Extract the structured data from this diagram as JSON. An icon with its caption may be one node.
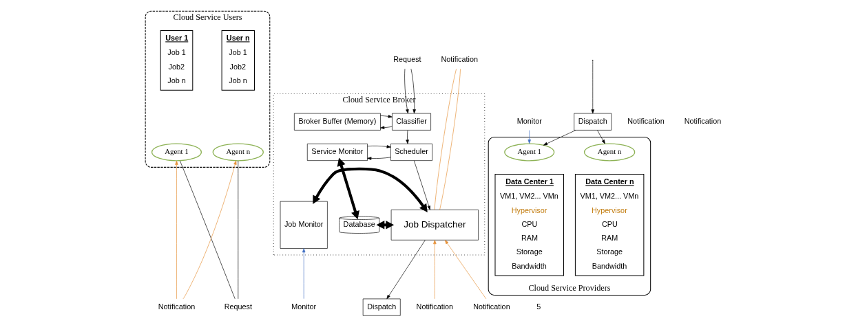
{
  "diagram": {
    "nodes": [
      {
        "text": [
          "Cloud Service Users"
        ]
      },
      {
        "text": [
          "User 1",
          "Job 1",
          "Job2",
          "Job n"
        ],
        "in": 0
      },
      {
        "text": [
          "Agent 1"
        ],
        "in": 0
      },
      {
        "text": [
          "User n",
          "Job 1",
          "Job2",
          "Job n"
        ],
        "in": 0
      },
      {
        "text": [
          "Agent n"
        ],
        "in": 0
      },
      {
        "text": [
          "Notification"
        ]
      },
      {
        "text": [
          "Request"
        ]
      },
      {
        "text": [
          "Cloud Service Broker"
        ]
      },
      {
        "text": [
          "Job Monitor"
        ],
        "in": 7
      },
      {
        "text": [
          "Classifier"
        ],
        "in": 7
      },
      {
        "text": [
          "Broker Buffer (Memory)"
        ],
        "in": 7
      },
      {
        "text": [
          "Scheduler"
        ],
        "in": 7
      },
      {
        "text": [
          "Service Monitor"
        ],
        "in": 7
      },
      {
        "text": [
          "Job Dispatcher"
        ],
        "in": 7
      },
      {
        "text": [
          "Database"
        ],
        "in": 7
      },
      {
        "text": [
          "Notification"
        ]
      },
      {
        "text": [
          "Request"
        ]
      },
      {
        "text": [
          "Monitor"
        ]
      },
      {
        "text": [
          "Notification"
        ]
      },
      {
        "text": [
          "Dispatch"
        ]
      },
      {
        "text": [
          "Notification"
        ]
      },
      {
        "text": [
          "Cloud Service Providers"
        ]
      },
      {
        "text": [
          "Monitor"
        ]
      },
      {
        "text": [
          "Agent 1"
        ],
        "in": 21
      },
      {
        "text": [
          "Data Center 1",
          "VM1, VM2... VMn",
          "Hypervisor",
          "CPU",
          "RAM",
          "Storage",
          "Bandwidth"
        ],
        "in": 21
      },
      {
        "text": [
          "Dispatch"
        ]
      },
      {
        "text": [
          "Agent n"
        ],
        "in": 21
      },
      {
        "text": [
          "Data Center n",
          "VM1, VM2... VMn",
          "Hypervisor",
          "CPU",
          "RAM",
          "Storage",
          "Bandwidth"
        ],
        "in": 21
      }
    ],
    "edges": [
      {
        "from": 5,
        "to": 2,
        "arrow": "to",
        "color": "#e69138"
      },
      {
        "from": 5,
        "to": 4,
        "arrow": "to",
        "color": "#e69138"
      },
      {
        "from": 2,
        "to": 6,
        "arrow": "none"
      },
      {
        "from": 4,
        "to": 6,
        "arrow": "none"
      },
      {
        "from": 16,
        "to": 9,
        "arrow": "to"
      },
      {
        "from": 16,
        "to": 9,
        "arrow": "to"
      },
      {
        "from": 9,
        "to": 10,
        "arrow": "to"
      },
      {
        "from": 10,
        "to": 9,
        "arrow": "to"
      },
      {
        "from": 9,
        "to": 11,
        "arrow": "to"
      },
      {
        "from": 11,
        "to": 12,
        "arrow": "to"
      },
      {
        "from": 12,
        "to": 11,
        "arrow": "to"
      },
      {
        "from": 11,
        "to": 13,
        "arrow": "to"
      },
      {
        "from": 12,
        "to": 14,
        "arrow": "both",
        "style": "thick"
      },
      {
        "from": 8,
        "to": 13,
        "arrow": "both",
        "style": "thick"
      },
      {
        "from": 13,
        "to": 14,
        "arrow": "both",
        "style": "thick"
      },
      {
        "from": 13,
        "to": 15,
        "arrow": "none",
        "color": "#e69138"
      },
      {
        "from": 13,
        "to": 15,
        "arrow": "none",
        "color": "#e69138"
      },
      {
        "from": 17,
        "to": 8,
        "arrow": "to",
        "color": "#4472c4"
      },
      {
        "from": 18,
        "to": 13,
        "arrow": "to",
        "color": "#e69138"
      },
      {
        "from": 13,
        "to": 19,
        "arrow": "to"
      },
      {
        "from": 20,
        "to": 13,
        "arrow": "to",
        "color": "#e69138"
      },
      {
        "from": 22,
        "to": 23,
        "arrow": "to",
        "color": "#4472c4"
      },
      {
        "from": null,
        "to": 25,
        "arrow": "to"
      },
      {
        "from": 25,
        "to": 23,
        "arrow": "to"
      },
      {
        "from": 25,
        "to": 26,
        "arrow": "to"
      }
    ],
    "labels": [
      "Notification",
      "Notification",
      "5"
    ]
  }
}
